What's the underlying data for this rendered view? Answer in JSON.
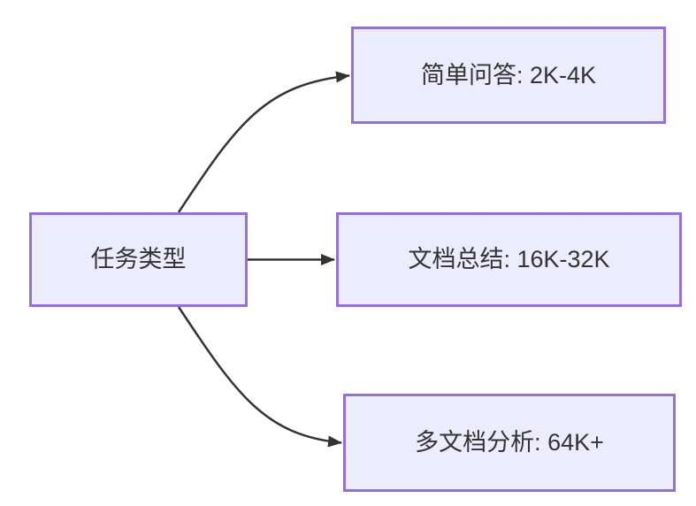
{
  "diagram": {
    "type": "flowchart",
    "direction": "left-to-right",
    "root_node": {
      "id": "task-type",
      "label": "任务类型"
    },
    "branch_nodes": [
      {
        "id": "simple-qa",
        "label": "简单问答: 2K-4K"
      },
      {
        "id": "doc-summary",
        "label": "文档总结: 16K-32K"
      },
      {
        "id": "multi-doc",
        "label": "多文档分析: 64K+"
      }
    ],
    "edges": [
      {
        "from": "task-type",
        "to": "simple-qa",
        "style": "curved-up"
      },
      {
        "from": "task-type",
        "to": "doc-summary",
        "style": "straight"
      },
      {
        "from": "task-type",
        "to": "multi-doc",
        "style": "curved-down"
      }
    ]
  },
  "theme": {
    "--node-fill": "#ECECFF",
    "--node-border": "#9370DB",
    "--edge-color": "#333333",
    "--text-color": "#333333",
    "--bg": "#ffffff"
  }
}
